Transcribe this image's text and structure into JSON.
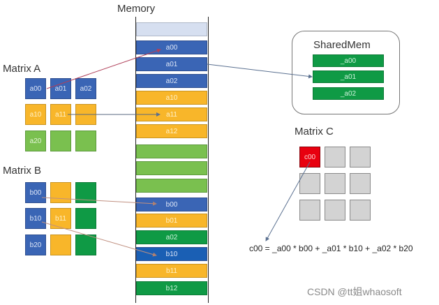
{
  "titles": {
    "memory": "Memory",
    "matrix_a": "Matrix A",
    "matrix_b": "Matrix B",
    "matrix_c": "Matrix C",
    "shared_mem": "SharedMem"
  },
  "matrix_a": [
    [
      "a00",
      "a01",
      "a02"
    ],
    [
      "a10",
      "a11",
      ""
    ],
    [
      "a20",
      "",
      ""
    ]
  ],
  "matrix_b": [
    [
      "b00",
      "",
      ""
    ],
    [
      "b10",
      "b11",
      ""
    ],
    [
      "b20",
      "",
      ""
    ]
  ],
  "matrix_c": [
    [
      "c00",
      "",
      ""
    ],
    [
      "",
      "",
      ""
    ],
    [
      "",
      "",
      ""
    ]
  ],
  "memory_rows": [
    "",
    "a00",
    "a01",
    "a02",
    "a10",
    "a11",
    "a12",
    "",
    "",
    "",
    "b00",
    "b01",
    "a02",
    "b10",
    "b11",
    "b12"
  ],
  "shared_mem_rows": [
    "_a00",
    "_a01",
    "_a02"
  ],
  "formula": "c00 = _a00 * b00 + _a01 * b10 + _a02 * b20",
  "watermark": "CSDN @tt姐whaosoft",
  "colors": {
    "blue": "#3a65b5",
    "yellow": "#f8b62a",
    "light_green": "#7ac04f",
    "dark_green": "#0f9a45",
    "gray": "#d3d3d3",
    "red": "#e8000f"
  }
}
